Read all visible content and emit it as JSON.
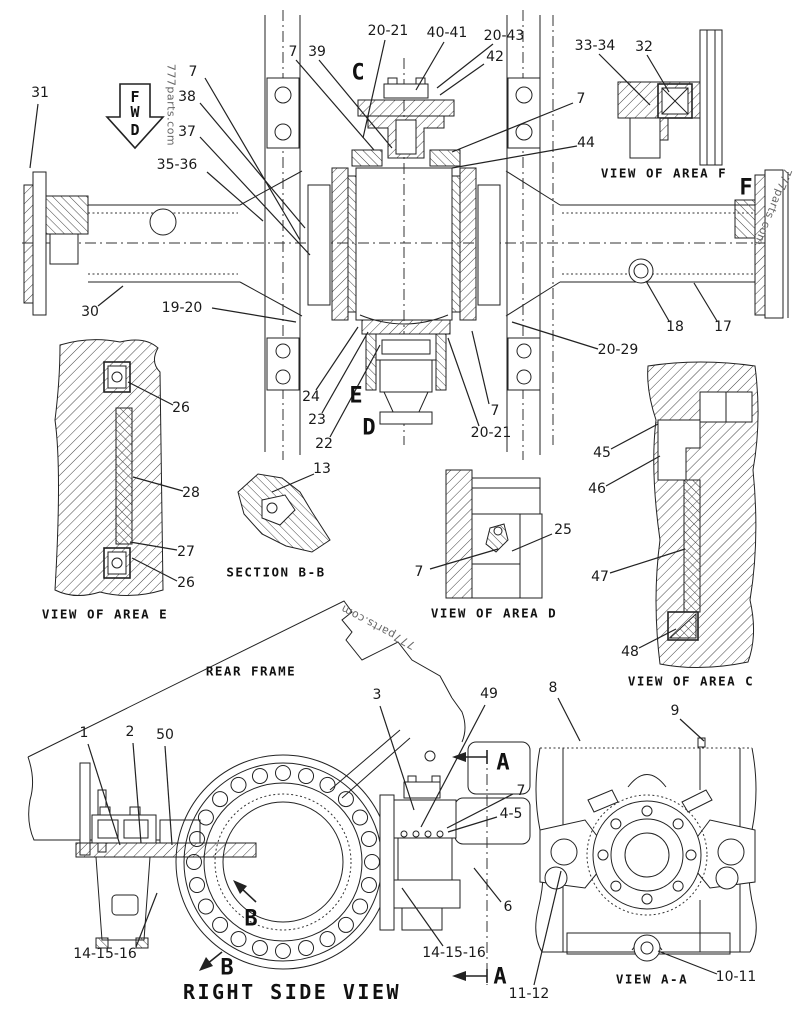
{
  "watermark": {
    "text": "777parts.com"
  },
  "direction_indicator": {
    "f": "F",
    "w": "W",
    "d": "D"
  },
  "view_titles": {
    "area_f": "VIEW OF AREA F",
    "area_e": "VIEW OF AREA E",
    "section_bb": "SECTION B-B",
    "area_d": "VIEW OF AREA D",
    "area_c": "VIEW OF AREA C",
    "rear_frame": "REAR FRAME",
    "right_side_view": "RIGHT SIDE VIEW",
    "view_aa": "VIEW A-A"
  },
  "section_letters": {
    "c": "C",
    "e": "E",
    "d": "D",
    "f": "F",
    "a": "A",
    "b": "B"
  },
  "callouts": [
    "31",
    "7",
    "38",
    "37",
    "35-36",
    "7",
    "39",
    "20-21",
    "40-41",
    "20-43",
    "42",
    "33-34",
    "32",
    "7",
    "44",
    "30",
    "19-20",
    "18",
    "17",
    "20-29",
    "24",
    "23",
    "22",
    "13",
    "7",
    "20-21",
    "26",
    "28",
    "27",
    "26",
    "7",
    "25",
    "45",
    "46",
    "47",
    "48",
    "1",
    "2",
    "50",
    "3",
    "49",
    "7",
    "4-5",
    "6",
    "8",
    "9",
    "14-15-16",
    "14-15-16",
    "11-12",
    "10-11"
  ]
}
